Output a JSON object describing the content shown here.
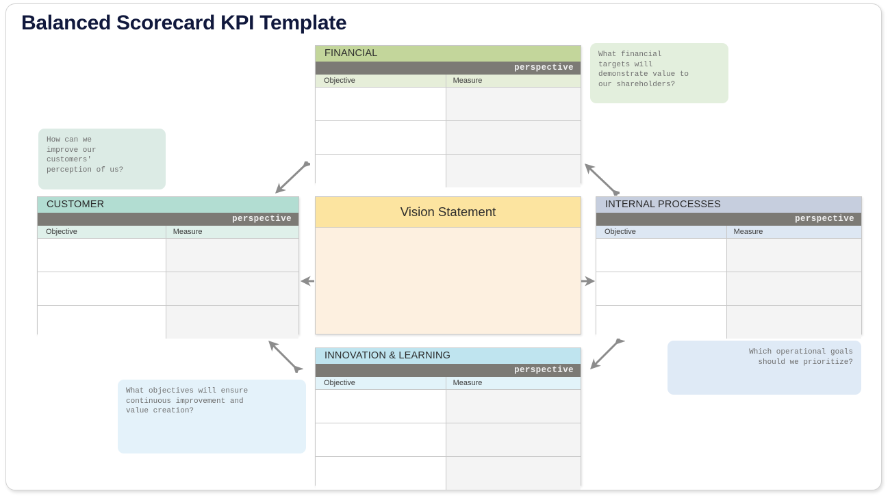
{
  "page": {
    "title": "Balanced Scorecard KPI Template"
  },
  "labels": {
    "perspective": "perspective",
    "objective": "Objective",
    "measure": "Measure"
  },
  "colors": {
    "title_text": "#10183c",
    "perspective_bar": "#7c7a75",
    "financial_header": "#c3d69b",
    "customer_header": "#b2ddd2",
    "internal_header": "#c6cede",
    "innovation_header": "#bfe4ef",
    "vision_header": "#fce4a0",
    "vision_body": "#fdf0e0",
    "measure_cell": "#f4f4f4",
    "arrow": "#8c8c8c"
  },
  "cards": {
    "financial": {
      "title": "FINANCIAL",
      "perspective": "perspective",
      "columns": [
        "Objective",
        "Measure"
      ],
      "rows": [
        {
          "objective": "",
          "measure": ""
        },
        {
          "objective": "",
          "measure": ""
        },
        {
          "objective": "",
          "measure": ""
        }
      ]
    },
    "customer": {
      "title": "CUSTOMER",
      "perspective": "perspective",
      "columns": [
        "Objective",
        "Measure"
      ],
      "rows": [
        {
          "objective": "",
          "measure": ""
        },
        {
          "objective": "",
          "measure": ""
        },
        {
          "objective": "",
          "measure": ""
        }
      ]
    },
    "internal": {
      "title": "INTERNAL PROCESSES",
      "perspective": "perspective",
      "columns": [
        "Objective",
        "Measure"
      ],
      "rows": [
        {
          "objective": "",
          "measure": ""
        },
        {
          "objective": "",
          "measure": ""
        },
        {
          "objective": "",
          "measure": ""
        }
      ]
    },
    "innovation": {
      "title": "INNOVATION & LEARNING",
      "perspective": "perspective",
      "columns": [
        "Objective",
        "Measure"
      ],
      "rows": [
        {
          "objective": "",
          "measure": ""
        },
        {
          "objective": "",
          "measure": ""
        },
        {
          "objective": "",
          "measure": ""
        }
      ]
    },
    "vision": {
      "title": "Vision Statement",
      "body": ""
    }
  },
  "callouts": {
    "financial": "What financial\ntargets will\ndemonstrate value to\nour shareholders?",
    "customer": "How can we\nimprove our\ncustomers'\nperception of us?",
    "innovation": "What objectives will ensure\ncontinuous improvement and\nvalue creation?",
    "internal": "Which operational goals\nshould we prioritize?"
  },
  "arrows": {
    "financial_customer": "double-arrow-diagonal-ne",
    "financial_internal": "double-arrow-diagonal-nw",
    "vision_customer": "arrow-left",
    "vision_internal": "arrow-right",
    "innovation_customer": "double-arrow-diagonal-nw",
    "innovation_internal": "double-arrow-diagonal-ne"
  }
}
